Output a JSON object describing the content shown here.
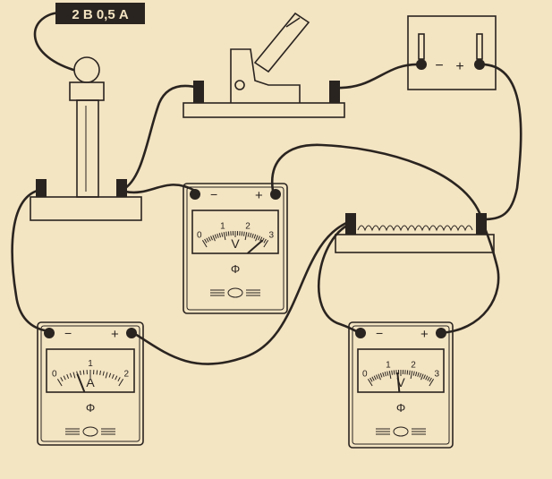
{
  "lamp_label": "2 В 0,5 А",
  "battery": {
    "minus": "−",
    "plus": "+"
  },
  "voltmeter_top": {
    "scale": [
      "0",
      "1",
      "2",
      "3"
    ],
    "unit": "V",
    "symbol": "Φ",
    "minus": "−",
    "plus": "+",
    "reading_fraction": 0.93
  },
  "ammeter": {
    "scale": [
      "0",
      "1",
      "2"
    ],
    "unit": "A",
    "symbol": "Φ",
    "minus": "−",
    "plus": "+",
    "reading_fraction": 0.3
  },
  "voltmeter_bottom": {
    "scale": [
      "0",
      "1",
      "2",
      "3"
    ],
    "unit": "V",
    "symbol": "Φ",
    "minus": "−",
    "plus": "+",
    "reading_fraction": 0.45
  }
}
